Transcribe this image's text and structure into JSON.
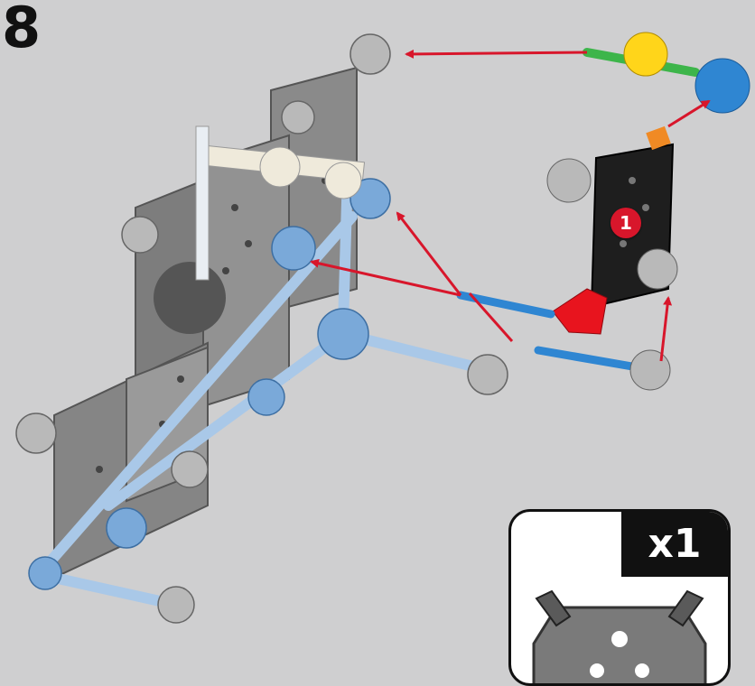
{
  "step": {
    "number": "8"
  },
  "callout": {
    "label": "1"
  },
  "parts_box": {
    "quantity": "x1",
    "part_icon": "black-hex-panel-icon"
  },
  "colors": {
    "arrow": "#d8162b",
    "connector_gray": "#b9b9b9",
    "rod_light_blue": "#a9c8e8",
    "rod_blue": "#2f86d2",
    "panel_gray": "#7c7c7c",
    "panel_black": "#1e1e1e",
    "connector_blue": "#2f86d2",
    "connector_yellow": "#ffd51a",
    "connector_red": "#e8141e",
    "connector_orange": "#f08a24",
    "rod_green": "#3db54a",
    "connector_white": "#efeadb"
  }
}
